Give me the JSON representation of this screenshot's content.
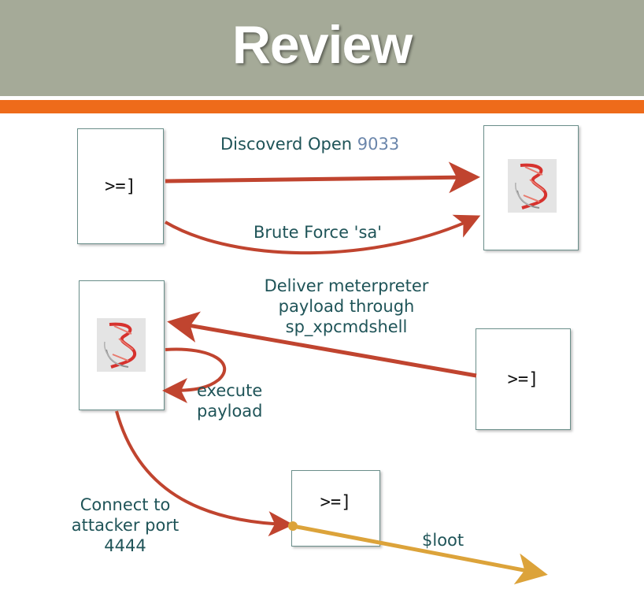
{
  "header": {
    "title": "Review"
  },
  "diagram": {
    "prompt": ">=]",
    "labels": {
      "discovered_prefix": "Discoverd Open",
      "discovered_port": "9033",
      "brute_force": "Brute Force 'sa'",
      "deliver_line1": "Deliver meterpreter",
      "deliver_line2": "payload through",
      "deliver_line3": "sp_xpcmdshell",
      "execute_line1": "execute",
      "execute_line2": "payload",
      "connect_line1": "Connect to",
      "connect_line2": "attacker port",
      "connect_line3": "4444",
      "loot": "$loot"
    },
    "icons": {
      "server": "sql-server-icon"
    }
  },
  "colors": {
    "header_bg": "#a5aa98",
    "accent_bar": "#ee6b1a",
    "arrow_red": "#c0442f",
    "arrow_gold": "#dca33a",
    "label_teal": "#1f5458",
    "port_blue": "#6b86ab"
  }
}
